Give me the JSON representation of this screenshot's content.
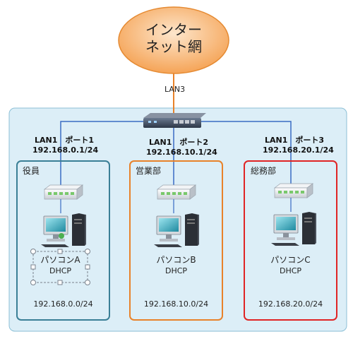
{
  "cloud": {
    "line1": "インター",
    "line2": "ネット網"
  },
  "wan_port": "LAN3",
  "zones": [
    {
      "name": "役員",
      "port_label": "LAN1　ポート1",
      "gateway": "192.168.0.1/24",
      "pc_name": "パソコンA",
      "dhcp": "DHCP",
      "subnet": "192.168.0.0/24",
      "border_color": "#3a7f96"
    },
    {
      "name": "営業部",
      "port_label": "LAN1　ポート2",
      "gateway": "192.168.10.1/24",
      "pc_name": "パソコンB",
      "dhcp": "DHCP",
      "subnet": "192.168.10.0/24",
      "border_color": "#e8822a"
    },
    {
      "name": "総務部",
      "port_label": "LAN1　ポート3",
      "gateway": "192.168.20.1/24",
      "pc_name": "パソコンC",
      "dhcp": "DHCP",
      "subnet": "192.168.20.0/24",
      "border_color": "#e02424"
    }
  ],
  "colors": {
    "panel": "#dceef7",
    "panel_border": "#8bbfd6",
    "cloud_fill": "#f7b26e",
    "link": "#3a6bc4",
    "wan_link": "#e8822a"
  }
}
